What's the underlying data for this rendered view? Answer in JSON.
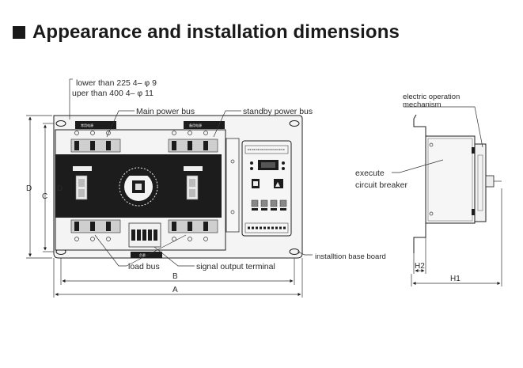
{
  "heading": {
    "title": "Appearance and installation dimensions"
  },
  "front_view": {
    "mount_hole_lower": "lower than 225 4– φ 9",
    "mount_hole_upper": "uper than 400 4– φ 11",
    "main_power_bus": "Main power bus",
    "standby_power_bus": "standby power bus",
    "load_bus": "load bus",
    "signal_output_terminal": "signal output terminal",
    "installation_base_board": "installtion base board",
    "dim_A": "A",
    "dim_B": "B",
    "dim_C": "C",
    "dim_D": "D",
    "dim_D_inner": "D"
  },
  "side_view": {
    "electric_operation_line1": "electric operation",
    "electric_operation_line2": "mechanism",
    "execute_line1": "execute",
    "execute_line2": "circuit breaker",
    "dim_H1": "H1",
    "dim_H2": "H2"
  },
  "colors": {
    "line": "#1f1f1f",
    "panel_dark": "#1c1c1c",
    "background": "#ffffff"
  }
}
